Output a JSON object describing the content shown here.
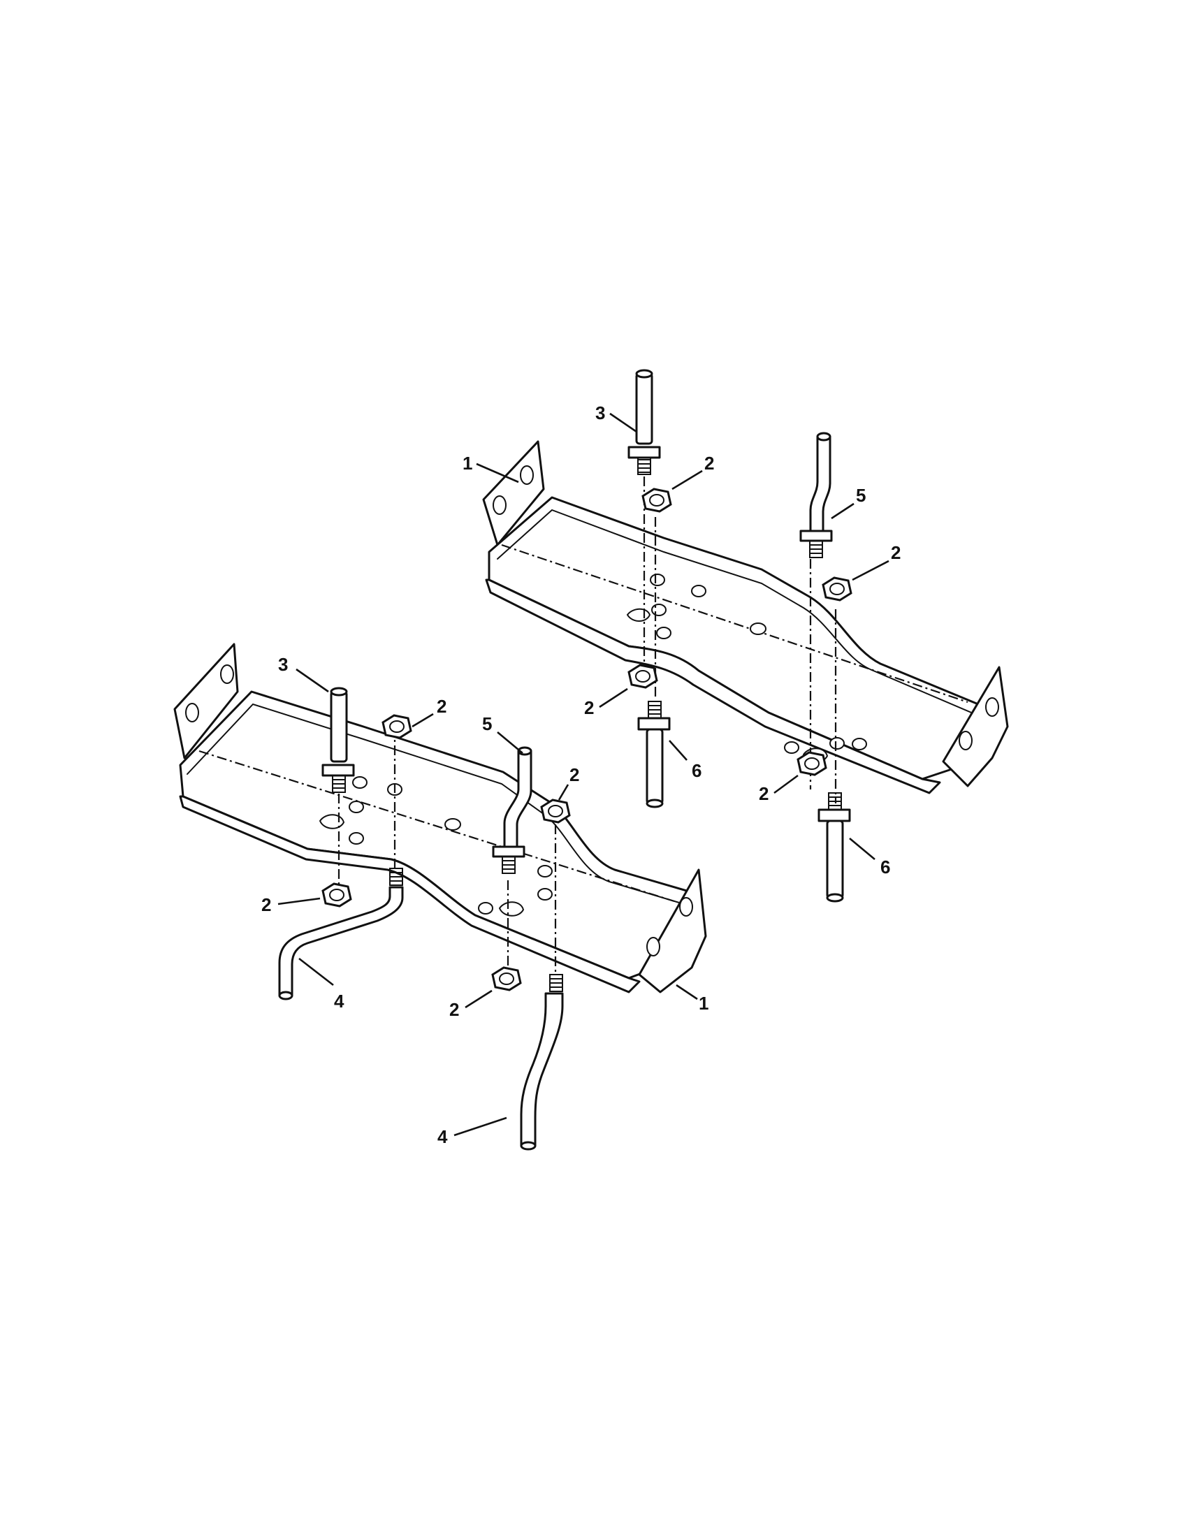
{
  "callouts": {
    "rear_bracket": "1",
    "rear_stud_upper": "3",
    "rear_nut_top": "2",
    "rear_stud_bent": "5",
    "rear_nut_right_top": "2",
    "rear_nut_mid": "2",
    "rear_stud_lower_left": "6",
    "rear_nut_lower_right": "2",
    "rear_stud_lower_right": "6",
    "front_bracket": "1",
    "front_stud_upper": "3",
    "front_nut_top": "2",
    "front_stud_bent": "5",
    "front_nut_right_top": "2",
    "front_nut_left_bottom": "2",
    "front_rod_left": "4",
    "front_nut_bottom": "2",
    "front_rod_right": "4"
  }
}
